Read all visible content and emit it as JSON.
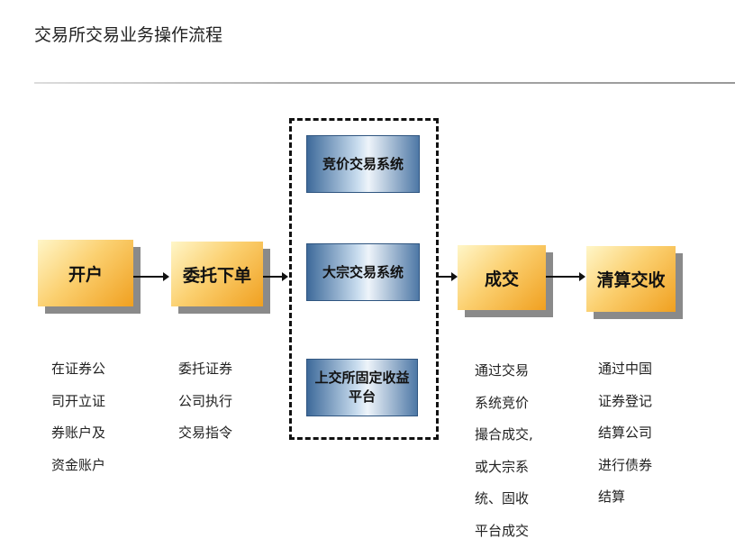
{
  "title": "交易所交易业务操作流程",
  "steps": {
    "open": "开户",
    "order": "委托下单",
    "deal": "成交",
    "settle": "清算交收"
  },
  "systems": [
    "竞价交易系统",
    "大宗交易系统",
    "上交所固定收益平台"
  ],
  "descriptions": {
    "open": [
      "在证券公",
      "司开立证",
      "券账户及",
      "资金账户"
    ],
    "order": [
      "委托证券",
      "公司执行",
      "交易指令"
    ],
    "deal": [
      "通过交易",
      "系统竞价",
      "撮合成交,",
      "或大宗系",
      "统、固收",
      "平台成交"
    ],
    "settle": [
      "通过中国",
      "证券登记",
      "结算公司",
      "进行债券",
      "结算"
    ]
  }
}
